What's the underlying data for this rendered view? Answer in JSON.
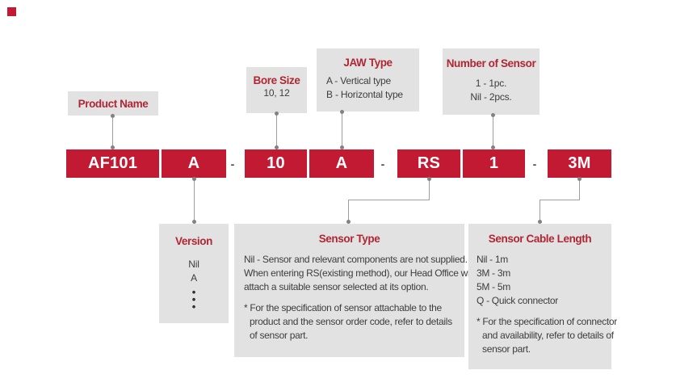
{
  "colors": {
    "code_box_red": "#c11a32",
    "heading_red": "#b02733",
    "panel_gray": "#e3e2e2",
    "body_text": "#3d3d3d",
    "connector_gray": "#9e9e9e"
  },
  "top_labels": {
    "product_name": {
      "title": "Product Name"
    },
    "bore_size": {
      "title": "Bore Size",
      "lines": [
        "10, 12"
      ]
    },
    "jaw_type": {
      "title": "JAW Type",
      "lines": [
        "A - Vertical type",
        "B - Horizontal type"
      ]
    },
    "number_of_sensor": {
      "title": "Number of Sensor",
      "lines": [
        "1 - 1pc.",
        "Nil - 2pcs."
      ]
    }
  },
  "code_row": {
    "product_code": "AF101",
    "version_code": "A",
    "separator1": "-",
    "bore_code": "10",
    "jaw_code": "A",
    "separator2": "-",
    "sensor_type_code": "RS",
    "sensor_count_code": "1",
    "separator3": "-",
    "cable_code": "3M"
  },
  "bottom_labels": {
    "version": {
      "title": "Version",
      "lines": [
        "Nil",
        "A"
      ],
      "more_dots": [
        "•",
        "•",
        "•"
      ]
    },
    "sensor_type": {
      "title": "Sensor Type",
      "paragraph_lines": [
        "Nil - Sensor and relevant components are not supplied.",
        "When entering RS(existing method), our Head Office will",
        "attach a suitable sensor selected at its option."
      ],
      "note_lines": [
        "* For the specification of sensor attachable to the",
        "product and the sensor order code, refer to details",
        "of sensor part."
      ]
    },
    "sensor_cable_length": {
      "title": "Sensor Cable Length",
      "lines": [
        "Nil - 1m",
        "3M - 3m",
        "5M - 5m",
        "Q - Quick connector"
      ],
      "note_lines": [
        "* For the specification of connector",
        "and availability, refer to details of",
        "sensor part."
      ]
    }
  }
}
